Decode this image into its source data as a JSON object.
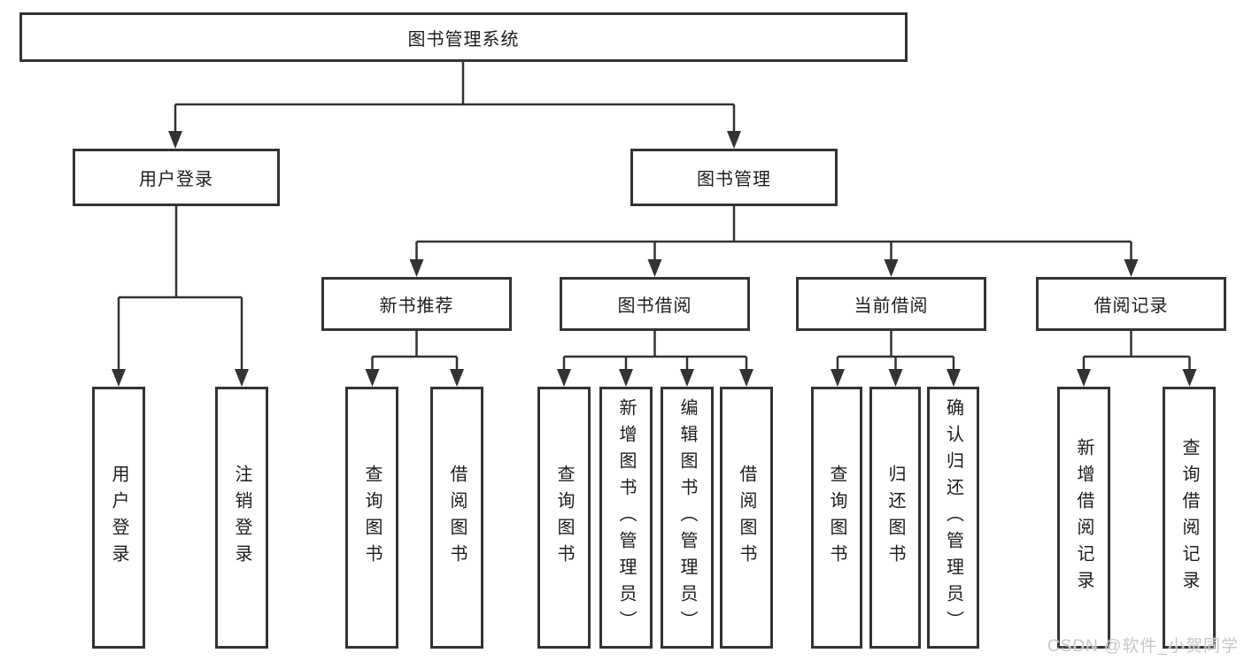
{
  "colors": {
    "line": "#333333",
    "text": "#1d1d1d",
    "watermark": "#c7c7c7",
    "background": "#ffffff"
  },
  "tree": {
    "root": {
      "label": "图书管理系统"
    },
    "children": [
      {
        "label": "用户登录",
        "children": [
          {
            "label": "用户登录"
          },
          {
            "label": "注销登录"
          }
        ]
      },
      {
        "label": "图书管理",
        "children": [
          {
            "label": "新书推荐",
            "children": [
              {
                "label": "查询图书"
              },
              {
                "label": "借阅图书"
              }
            ]
          },
          {
            "label": "图书借阅",
            "children": [
              {
                "label": "查询图书"
              },
              {
                "label": "新增图书（管理员）"
              },
              {
                "label": "编辑图书（管理员）"
              },
              {
                "label": "借阅图书"
              }
            ]
          },
          {
            "label": "当前借阅",
            "children": [
              {
                "label": "查询图书"
              },
              {
                "label": "归还图书"
              },
              {
                "label": "确认归还（管理员）"
              }
            ]
          },
          {
            "label": "借阅记录",
            "children": [
              {
                "label": "新增借阅记录"
              },
              {
                "label": "查询借阅记录"
              }
            ]
          }
        ]
      }
    ]
  },
  "watermark": {
    "text": "CSDN @软件_小贺同学"
  }
}
